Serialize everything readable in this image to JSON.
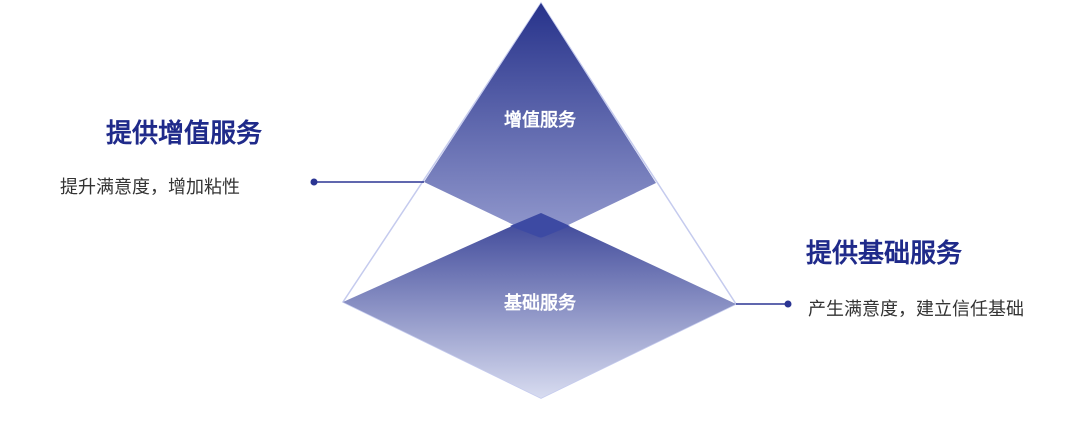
{
  "diagram": {
    "top_tier": {
      "label": "增值服务",
      "side_title": "提供增值服务",
      "side_description": "提升满意度，增加粘性"
    },
    "bottom_tier": {
      "label": "基础服务",
      "side_title": "提供基础服务",
      "side_description": "产生满意度，建立信任基础"
    }
  },
  "colors": {
    "title_text": "#1f2a8a",
    "description_text": "#333333",
    "shape_dark": "#1e2a86",
    "shape_light": "#d8dcf0",
    "outline": "#c5cbee",
    "connector": "#2b3593"
  }
}
